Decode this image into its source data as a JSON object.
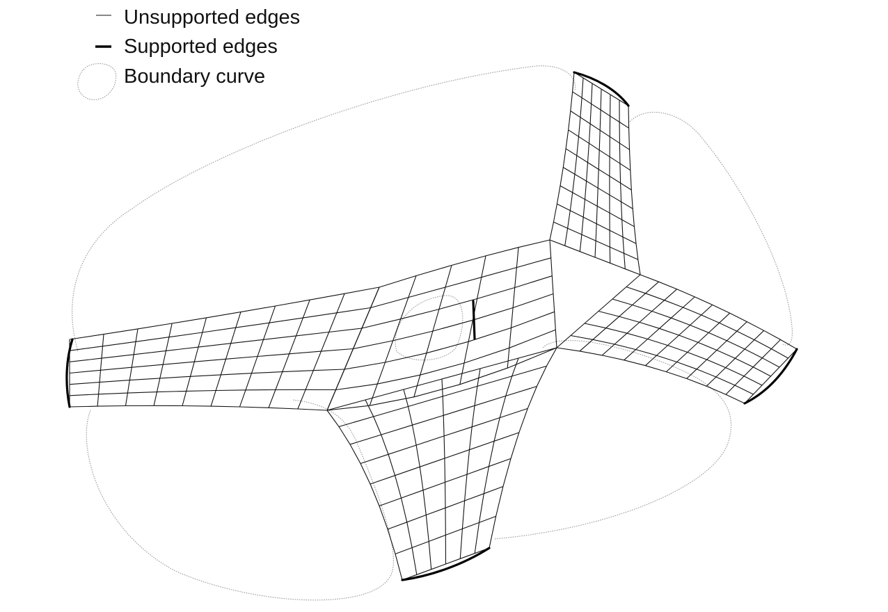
{
  "legend": {
    "unsupported_label": "Unsupported edges",
    "supported_label": "Supported edges",
    "boundary_label": "Boundary curve"
  },
  "colors": {
    "mesh_edge": "#111111",
    "supported_edge": "#000000",
    "boundary_curve": "#9a9a9a"
  }
}
